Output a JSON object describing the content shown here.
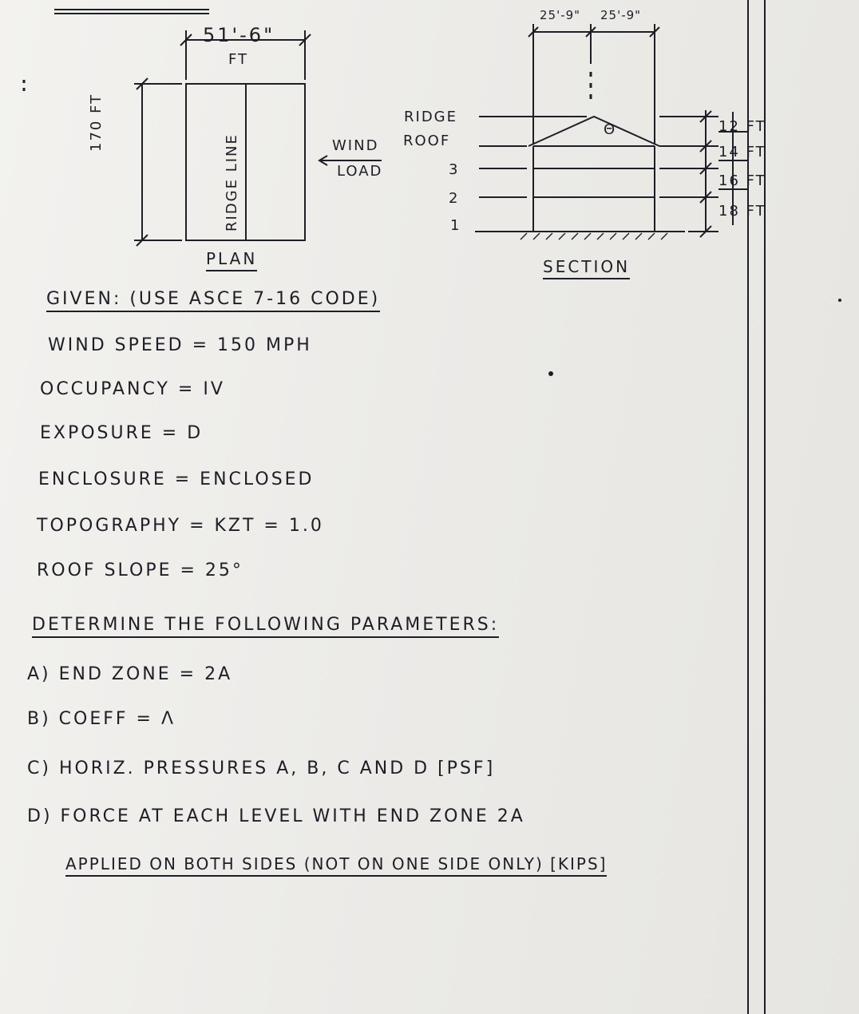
{
  "plan": {
    "width_dim": "51'-6\"",
    "width_unit": "FT",
    "length_dim": "170 FT",
    "ridge_line": "RIDGE LINE",
    "wind_load_1": "WIND",
    "wind_load_2": "LOAD",
    "caption": "PLAN"
  },
  "section": {
    "top_dim_left": "25'-9\"",
    "top_dim_right": "25'-9\"",
    "angle": "θ",
    "level_ridge": "RIDGE",
    "level_roof": "ROOF",
    "level_3": "3",
    "level_2": "2",
    "level_1": "1",
    "story_heights": [
      "12 FT",
      "14 FT",
      "16 FT",
      "18 FT"
    ],
    "caption": "SECTION"
  },
  "given": {
    "heading": "GIVEN: (USE ASCE 7-16 CODE)",
    "items": [
      "WIND SPEED = 150 MPH",
      "OCCUPANCY = IV",
      "EXPOSURE = D",
      "ENCLOSURE = ENCLOSED",
      "TOPOGRAPHY = Kzt = 1.0",
      "ROOF SLOPE = 25°"
    ]
  },
  "determine": {
    "heading": "DETERMINE THE FOLLOWING PARAMETERS:",
    "items": [
      "a) END ZONE = 2a",
      "b) COEFF = λ",
      "c) HORIZ. PRESSURES A, B, C AND D [PSF]",
      "d) FORCE AT EACH LEVEL WITH END ZONE 2a",
      "APPLIED ON BOTH SIDES (NOT ON ONE SIDE ONLY) [KIPS]"
    ]
  },
  "colors": {
    "paper": "#ecebe7",
    "ink": "#1e1e26"
  }
}
